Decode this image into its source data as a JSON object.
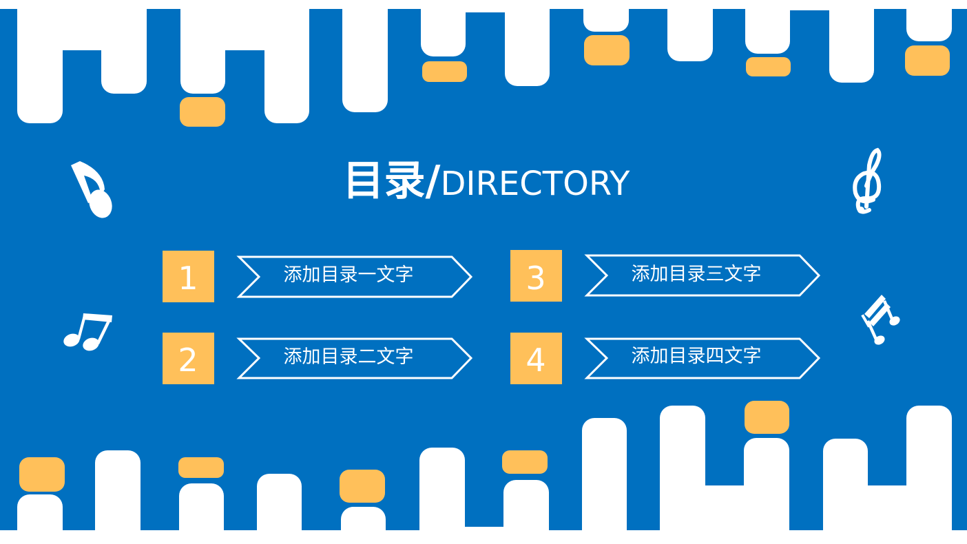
{
  "title": {
    "main": "目录/",
    "sub": "DIRECTORY"
  },
  "items": [
    {
      "number": "1",
      "label": "添加目录一文字"
    },
    {
      "number": "2",
      "label": "添加目录二文字"
    },
    {
      "number": "3",
      "label": "添加目录三文字"
    },
    {
      "number": "4",
      "label": "添加目录四文字"
    }
  ],
  "colors": {
    "background": "#0070C0",
    "piano": "#FFFFFF",
    "accent": "#FFC05A",
    "text": "#FFFFFF"
  },
  "icons": {
    "top_left": "eighth-note-icon",
    "bottom_left": "beamed-notes-icon",
    "top_right": "treble-clef-icon",
    "bottom_right": "beamed-sixteenth-notes-icon"
  }
}
